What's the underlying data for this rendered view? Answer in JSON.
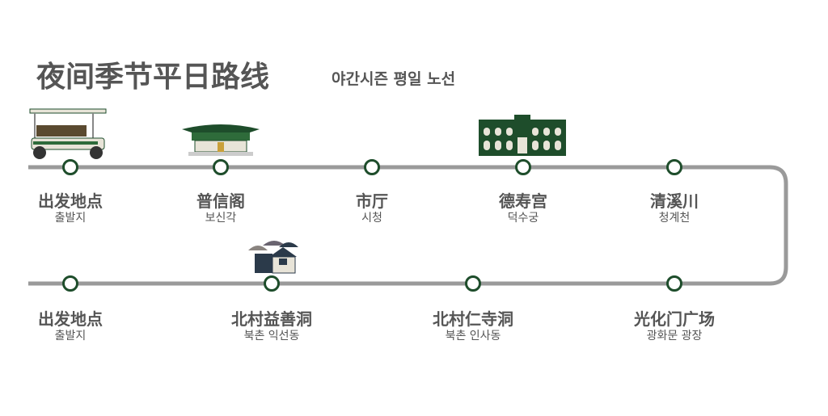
{
  "header": {
    "title": "夜间季节平日路线",
    "subtitle": "야간시즌 평일 노선"
  },
  "colors": {
    "line": "#9a9a9a",
    "station": "#1e4d2b",
    "text": "#555555"
  },
  "top_stations": [
    {
      "zh": "出发地点",
      "ko": "출발지",
      "icon": "cart-icon"
    },
    {
      "zh": "普信阁",
      "ko": "보신각",
      "icon": "pavilion-icon"
    },
    {
      "zh": "市厅",
      "ko": "시청"
    },
    {
      "zh": "德寿宫",
      "ko": "덕수궁",
      "icon": "palace-building-icon"
    },
    {
      "zh": "清溪川",
      "ko": "청계천"
    }
  ],
  "bottom_stations": [
    {
      "zh": "出发地点",
      "ko": "출발지"
    },
    {
      "zh": "北村益善洞",
      "ko": "북촌 익선동",
      "icon": "hanok-icon"
    },
    {
      "zh": "北村仁寺洞",
      "ko": "북촌 인사동"
    },
    {
      "zh": "光化门广场",
      "ko": "광화문 광장"
    }
  ]
}
